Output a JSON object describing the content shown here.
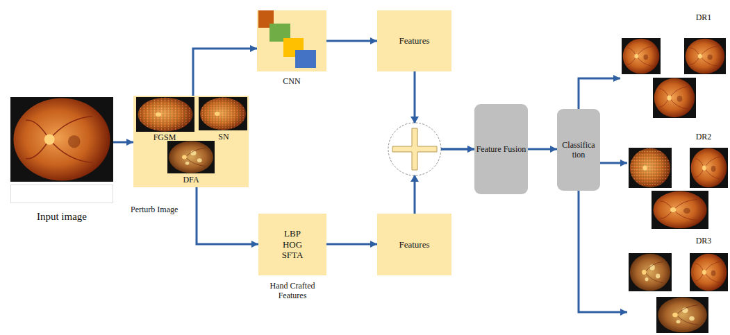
{
  "diagram": {
    "nodes": [
      {
        "text": [
          "Input image"
        ]
      },
      {
        "text": [
          "FGSM",
          "SN",
          "DFA",
          "Perturb Image"
        ]
      },
      {
        "text": [
          "CNN"
        ]
      },
      {
        "text": [
          "Features"
        ]
      },
      {
        "text": [
          "LBP HOG SFTA",
          "Hand Crafted Features"
        ]
      },
      {
        "text": [
          "Features"
        ]
      },
      {
        "text": [
          "Feature Fusion"
        ]
      },
      {
        "text": [
          "Classifica tion"
        ]
      },
      {
        "text": [
          "DR1"
        ]
      },
      {
        "text": [
          "DR2"
        ]
      },
      {
        "text": [
          "DR3"
        ]
      }
    ],
    "edges": [
      {
        "from": 0,
        "to": 1,
        "arrow": "to"
      },
      {
        "from": 1,
        "to": 2,
        "arrow": "to"
      },
      {
        "from": 1,
        "to": 4,
        "arrow": "to"
      },
      {
        "from": 2,
        "to": 3,
        "arrow": "to"
      },
      {
        "from": 4,
        "to": 5,
        "arrow": "to"
      },
      {
        "from": 3,
        "to": 6,
        "arrow": "to"
      },
      {
        "from": 5,
        "to": 6,
        "arrow": "to"
      },
      {
        "from": 6,
        "to": 7,
        "arrow": "to"
      },
      {
        "from": 7,
        "to": 8,
        "arrow": "to"
      },
      {
        "from": 7,
        "to": 9,
        "arrow": "to"
      },
      {
        "from": 7,
        "to": 10,
        "arrow": "to"
      }
    ]
  }
}
